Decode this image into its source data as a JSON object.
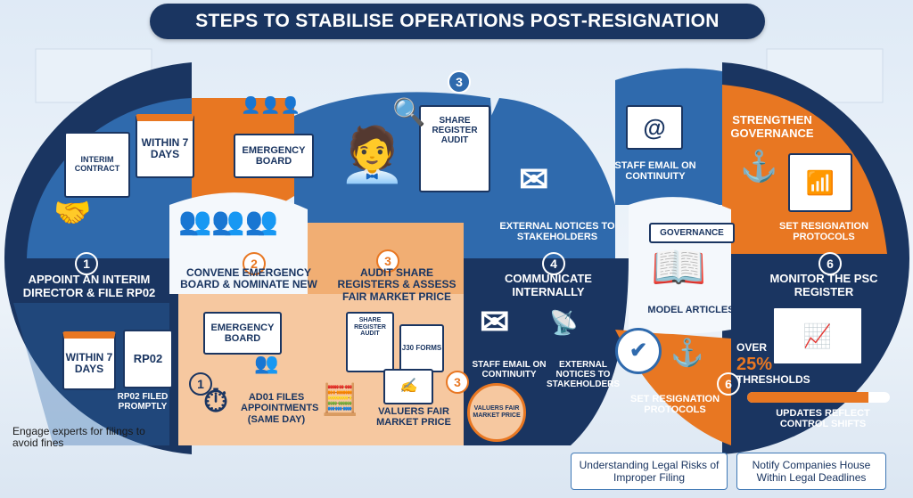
{
  "title": "STEPS TO STABILISE OPERATIONS POST-RESIGNATION",
  "step1": {
    "number": "1",
    "heading": "APPOINT AN INTERIM DIRECTOR & FILE RP02",
    "interim_contract": "INTERIM CONTRACT",
    "within_days_top": "WITHIN 7 DAYS",
    "within_days_bottom": "WITHIN 7 DAYS",
    "rp02_card": "RP02",
    "rp02_filed": "RP02 FILED PROMPTLY",
    "note": "Engage experts for filings to avoid fines"
  },
  "step2": {
    "number": "2",
    "heading": "CONVENE EMERGENCY BOARD & NOMINATE NEW",
    "sign_top": "EMERGENCY BOARD",
    "sign_bottom": "EMERGENCY BOARD",
    "ad01": "AD01 FILES APPOINTMENTS (SAME DAY)",
    "sub_number": "1"
  },
  "step3": {
    "number": "3",
    "heading": "AUDIT SHARE REGISTERS & ASSESS FAIR MARKET PRICE",
    "clipboard_top": "SHARE REGISTER AUDIT",
    "clipboard_small": "SHARE REGISTER AUDIT",
    "j30": "J30 FORMS",
    "valuers": "VALUERS FAIR MARKET PRICE",
    "seal": "VALUERS FAIR MARKET PRICE",
    "sub_number": "3"
  },
  "step4": {
    "number": "4",
    "heading": "COMMUNICATE INTERNALLY",
    "external_notices": "EXTERNAL NOTICES TO STAKEHOLDERS",
    "staff_email_top": "STAFF EMAIL ON CONTINUITY",
    "staff_email_bottom": "STAFF EMAIL ON CONTINUITY",
    "external_bottom": "EXTERNAL NOTICES TO STAKEHOLDERS"
  },
  "step5": {
    "heading": "STRENGTHEN GOVERNANCE",
    "set_protocols_top": "SET RESIGNATION PROTOCOLS",
    "governance_banner": "GOVERNANCE",
    "model_articles": "MODEL ARTICLES",
    "set_protocols_bottom": "SET RESIGNATION PROTOCOLS",
    "sub_number": "6"
  },
  "step6": {
    "number": "6",
    "heading": "MONITOR THE PSC REGISTER",
    "over": "OVER",
    "percent": "25%",
    "thresholds": "THRESHOLDS",
    "updates": "UPDATES REFLECT CONTROL SHIFTS",
    "progress": 0.85
  },
  "footer": {
    "legal_risks": "Understanding Legal Risks of Improper Filing",
    "notify": "Notify Companies House Within Legal Deadlines"
  },
  "colors": {
    "navy": "#1a3561",
    "blue": "#2f6aad",
    "orange": "#e87722",
    "peach": "#f6c8a0",
    "light": "#eef4fa"
  }
}
